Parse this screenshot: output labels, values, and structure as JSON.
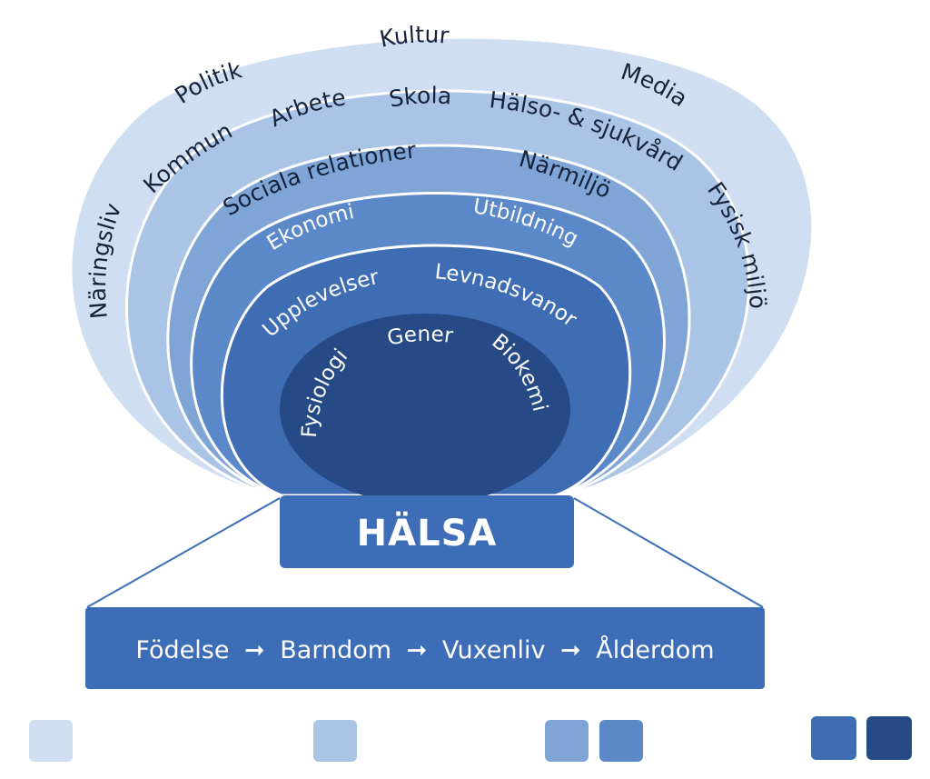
{
  "diagram": {
    "rings": [
      {
        "key": "outer",
        "fill": "#cfdff1",
        "labels": [
          "Kultur",
          "Politik",
          "Media",
          "Näringsliv",
          "Fysisk miljö"
        ]
      },
      {
        "key": "community",
        "fill": "#a9c4e4",
        "labels": [
          "Kommun",
          "Arbete",
          "Skola",
          "Hälso- & sjukvård"
        ]
      },
      {
        "key": "social",
        "fill": "#7ea5d6",
        "labels": [
          "Sociala relationer",
          "Närmiljö"
        ]
      },
      {
        "key": "economy",
        "fill": "#5a88c8",
        "labels": [
          "Ekonomi",
          "Utbildning"
        ]
      },
      {
        "key": "lifestyle",
        "fill": "#3e6db3",
        "labels": [
          "Upplevelser",
          "Levnadsvanor"
        ]
      },
      {
        "key": "core",
        "fill": "#264a86",
        "labels": [
          "Fysiologi",
          "Gener",
          "Biokemi"
        ]
      }
    ],
    "center_label": "HÄLSA",
    "center_fill": "#3d6db6",
    "lifecourse": {
      "stages": [
        "Födelse",
        "Barndom",
        "Vuxenliv",
        "Ålderdom"
      ],
      "arrow": "➞",
      "fill": "#3d6db6"
    }
  },
  "legend": {
    "swatches": [
      "#cfdff1",
      "#a9c4e4",
      "#7ea5d6",
      "#5a88c8",
      "#3e6db3",
      "#264a86"
    ]
  }
}
